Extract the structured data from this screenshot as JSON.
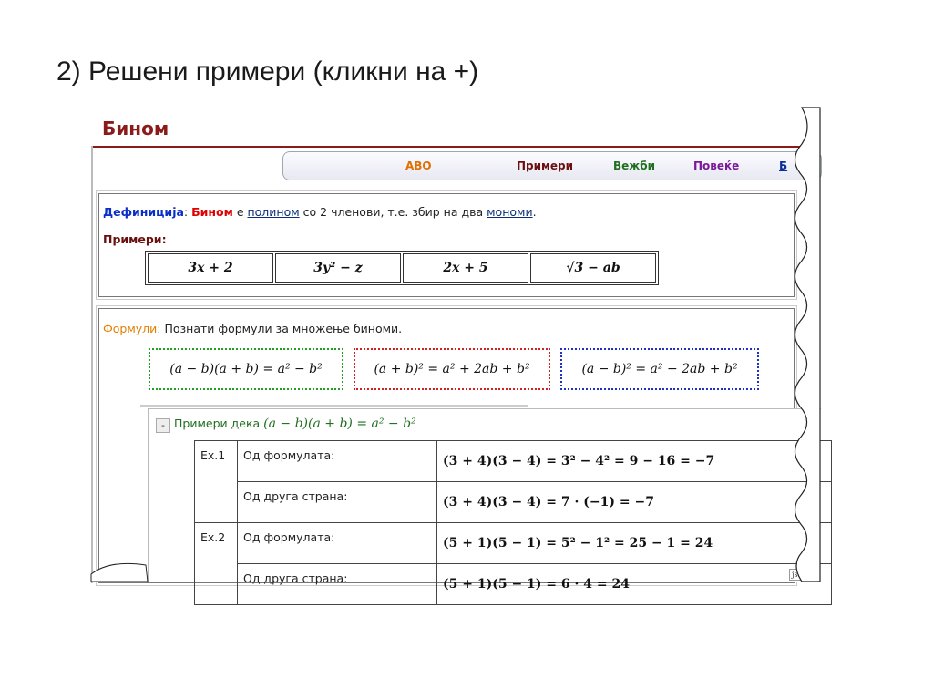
{
  "slide": {
    "title": "2) Решени примери (кликни на +)"
  },
  "page": {
    "heading": "Бином"
  },
  "nav": {
    "items": [
      "АВО",
      "Примери",
      "Вежби",
      "Повеќе",
      "Б"
    ]
  },
  "definition": {
    "label": "Дефиниција",
    "colon": ": ",
    "term": "Бином",
    "text1": " е ",
    "link1": "полином",
    "text2": " со 2 членови, т.е. збир на два ",
    "link2": "мономи",
    "text3": "."
  },
  "examples": {
    "label": "Примери:",
    "cells": [
      "3x + 2",
      "3y² − z",
      "2x + 5",
      "√3 − ab"
    ]
  },
  "formulas": {
    "label": "Формули:",
    "text": " Познати формули за множење биноми.",
    "items": [
      "(a − b)(a + b) = a² − b²",
      "(a + b)² = a² + 2ab + b²",
      "(a − b)² = a² − 2ab + b²"
    ]
  },
  "example_panel": {
    "toggle": "-",
    "title": "Примери дека ",
    "formula": "(a − b)(a + b) = a² − b²",
    "rows": [
      {
        "ex": "Ex.1",
        "desc": "Од формулата:",
        "math": "(3 + 4)(3 − 4) = 3² − 4² = 9 − 16 = −7"
      },
      {
        "ex": "",
        "desc": "Од друга страна:",
        "math": "(3 + 4)(3 − 4) = 7 · (−1) = −7"
      },
      {
        "ex": "Ex.2",
        "desc": "Од формулата:",
        "math": "(5 + 1)(5 − 1) = 5² − 1² = 25 − 1 = 24"
      },
      {
        "ex": "",
        "desc": "Од друга страна:",
        "math": "(5 + 1)(5 − 1) = 6 · 4 = 24"
      }
    ],
    "badge": "jsMath"
  }
}
